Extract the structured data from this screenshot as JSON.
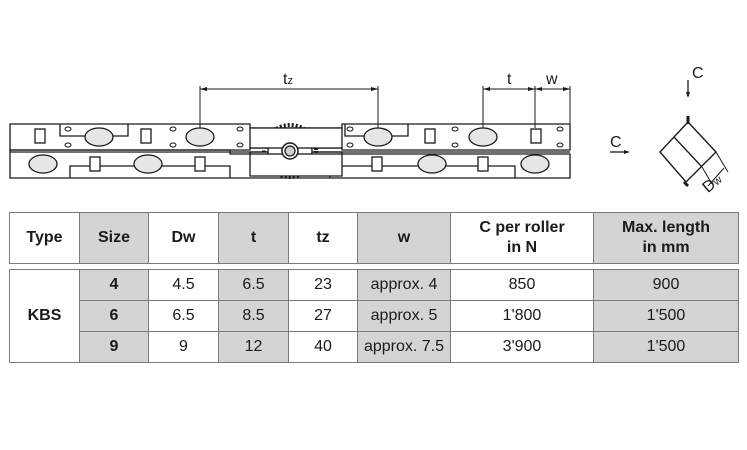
{
  "drawing": {
    "label_tz_main": "t",
    "label_tz_sub": "z",
    "label_t": "t",
    "label_w": "w",
    "label_c_top": "C",
    "label_c_left": "C",
    "label_dw_main": "D",
    "label_dw_sub": "w"
  },
  "table": {
    "headers": {
      "type": "Type",
      "size": "Size",
      "dw": "Dw",
      "t": "t",
      "tz": "tz",
      "w": "w",
      "c_line1": "C per roller",
      "c_line2": "in N",
      "max_line1": "Max. length",
      "max_line2": "in mm"
    },
    "type_value": "KBS",
    "rows": [
      {
        "size": "4",
        "dw": "4.5",
        "t": "6.5",
        "tz": "23",
        "w": "approx. 4",
        "c": "850",
        "max": "900"
      },
      {
        "size": "6",
        "dw": "6.5",
        "t": "8.5",
        "tz": "27",
        "w": "approx. 5",
        "c": "1'800",
        "max": "1'500"
      },
      {
        "size": "9",
        "dw": "9",
        "t": "12",
        "tz": "40",
        "w": "approx. 7.5",
        "c": "3'900",
        "max": "1'500"
      }
    ]
  }
}
